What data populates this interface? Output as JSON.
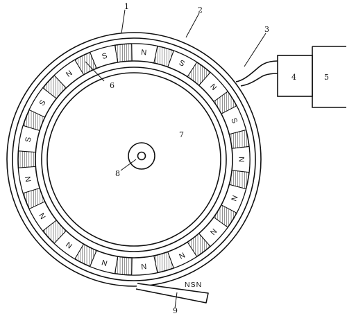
{
  "labels": {
    "l1": "1",
    "l2": "2",
    "l3": "3",
    "l4": "4",
    "l5": "5",
    "l6": "6",
    "l7": "7",
    "l8": "8",
    "l9": "9"
  },
  "tape_text": "NSN",
  "magnets": [
    {
      "angle": 0,
      "label": "N"
    },
    {
      "angle": 21.18,
      "label": "N"
    },
    {
      "angle": 42.35,
      "label": "N"
    },
    {
      "angle": 63.53,
      "label": "N"
    },
    {
      "angle": 84.71,
      "label": "N"
    },
    {
      "angle": 105.88,
      "label": "N"
    },
    {
      "angle": 127.06,
      "label": "N"
    },
    {
      "angle": 148.24,
      "label": "N"
    },
    {
      "angle": 169.41,
      "label": "N"
    },
    {
      "angle": 190.59,
      "label": "S"
    },
    {
      "angle": 211.76,
      "label": "S"
    },
    {
      "angle": 232.94,
      "label": "N"
    },
    {
      "angle": 254.12,
      "label": "S"
    },
    {
      "angle": 275.29,
      "label": "N"
    },
    {
      "angle": 296.47,
      "label": "S"
    },
    {
      "angle": 317.65,
      "label": "N"
    },
    {
      "angle": 338.82,
      "label": "S"
    }
  ]
}
